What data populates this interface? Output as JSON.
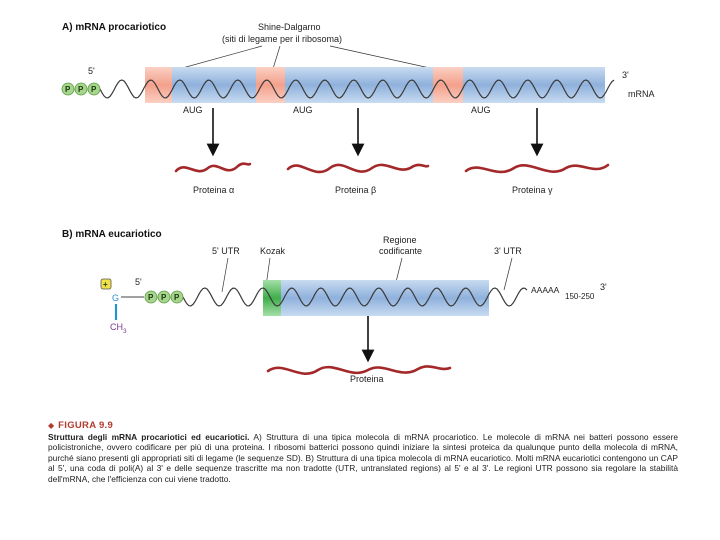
{
  "panelA": {
    "title": "A) mRNA procariotico",
    "shine_dalgarno": "Shine-Dalgarno",
    "shine_dalgarno_sub": "(siti di legame per il ribosoma)",
    "five_prime": "5'",
    "three_prime": "3'",
    "mrna": "mRNA",
    "phosphate": "P",
    "aug": "AUG",
    "proteins": [
      "Proteina α",
      "Proteina β",
      "Proteina γ"
    ]
  },
  "panelB": {
    "title": "B) mRNA eucariotico",
    "utr5": "5' UTR",
    "kozak": "Kozak",
    "coding_line1": "Regione",
    "coding_line2": "codificante",
    "utr3": "3' UTR",
    "five_prime": "5'",
    "three_prime": "3'",
    "cap_plus": "+",
    "g": "G",
    "ch3": "CH",
    "ch3_sub": "3",
    "phosphate": "P",
    "polya": "AAAAA",
    "polya_range": "150-250",
    "protein": "Proteina"
  },
  "caption": {
    "figure_label": "FIGURA 9.9",
    "title": "Struttura degli mRNA procariotici ed eucariotici.",
    "text": "A) Struttura di una tipica molecola di mRNA procariotico. Le molecole di mRNA nei batteri possono essere policistroniche, ovvero codificare per più di una proteina. I ribosomi batterici possono quindi iniziare la sintesi proteica da qualunque punto della molecola di mRNA, purché siano presenti gli appropriati siti di legame (le sequenze SD). B) Struttura di una tipica molecola di mRNA eucariotico. Molti mRNA eucariotici contengono un CAP al 5', una coda di poli(A) al 3' e delle sequenze trascritte ma non tradotte (UTR, untranslated regions) al 5' e al 3'. Le regioni UTR possono sia regolare la stabilità dell'mRNA, che l'efficienza con cui viene tradotto."
  },
  "colors": {
    "coding_blue": "#8fb1dc",
    "sd_salmon": "#f3a08c",
    "kozak_green": "#3fae4a",
    "protein_red": "#a3282a",
    "phosphate_green": "#a7d58c",
    "cap_yellow": "#f2e04a",
    "g_blue": "#2a8fd4",
    "ch3_purple": "#7a3a8f"
  }
}
